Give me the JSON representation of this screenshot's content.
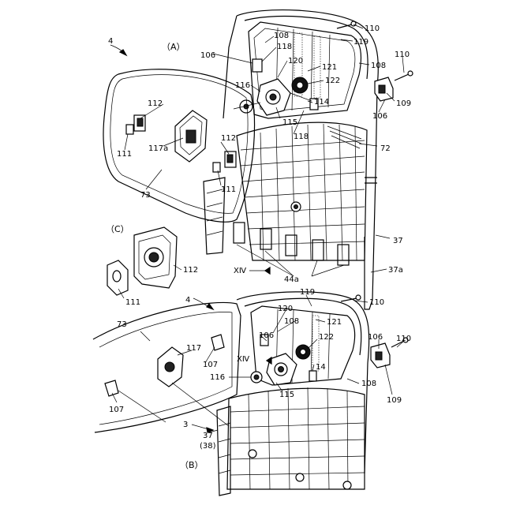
{
  "figure": {
    "views": [
      {
        "id": "A",
        "caption": "（A）"
      },
      {
        "id": "B",
        "caption": "（B）"
      },
      {
        "id": "C",
        "caption": "（C）"
      }
    ],
    "labels": {
      "l_4_top": "4",
      "l_108a": "108",
      "l_110a": "110",
      "l_119a": "119",
      "l_106a": "106",
      "l_118a": "118",
      "l_120a": "120",
      "l_121a": "121",
      "l_108b": "108",
      "l_110b": "110",
      "l_116a": "116",
      "l_122a": "122",
      "l_114a": "114",
      "l_109a": "109",
      "l_112a": "112",
      "l_115a": "115",
      "l_106b": "106",
      "l_118b": "118",
      "l_111a": "111",
      "l_117a": "117a",
      "l_72": "72",
      "l_112b": "112",
      "l_111b": "111",
      "l_73a": "73",
      "l_37a_num": "37",
      "l_112c": "112",
      "l_111c": "111",
      "l_xiv_a": "XⅣ",
      "l_44a": "44a",
      "l_37a": "37a",
      "l_4_b": "4",
      "l_119b": "119",
      "l_110c": "110",
      "l_120b": "120",
      "l_108c": "108",
      "l_121b": "121",
      "l_73b": "73",
      "l_117b": "117",
      "l_106c": "106",
      "l_122b": "122",
      "l_106d": "106",
      "l_110d": "110",
      "l_107a": "107",
      "l_xiv_b": "XⅣ",
      "l_116b": "116",
      "l_14": "14",
      "l_108d": "108",
      "l_109b": "109",
      "l_115b": "115",
      "l_107b": "107",
      "l_3": "3",
      "l_37b": "37",
      "l_38": "(38)"
    }
  }
}
